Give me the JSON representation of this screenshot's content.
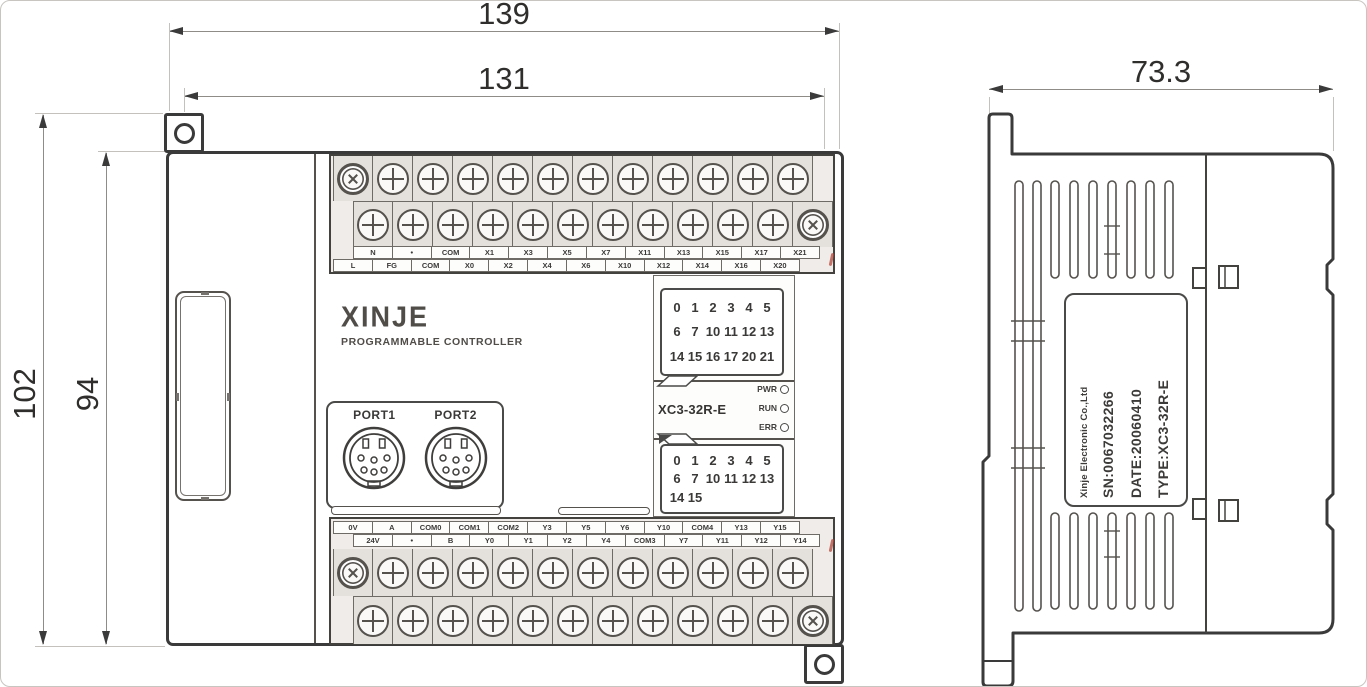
{
  "dimensions": {
    "front_overall_width": "139",
    "front_inner_width": "131",
    "front_overall_height": "102",
    "front_body_height": "94",
    "side_depth": "73.3"
  },
  "front": {
    "brand": "XINJE",
    "subtitle": "PROGRAMMABLE CONTROLLER",
    "model": "XC3-32R-E",
    "port1": "PORT1",
    "port2": "PORT2",
    "leds": [
      "PWR",
      "RUN",
      "ERR"
    ],
    "input_numbers": {
      "r1": [
        "0",
        "1",
        "2",
        "3",
        "4",
        "5"
      ],
      "r2": [
        "6",
        "7",
        "10",
        "11",
        "12",
        "13"
      ],
      "r3": [
        "14",
        "15",
        "16",
        "17",
        "20",
        "21"
      ]
    },
    "output_numbers": {
      "r1": [
        "0",
        "1",
        "2",
        "3",
        "4",
        "5"
      ],
      "r2": [
        "6",
        "7",
        "10",
        "11",
        "12",
        "13"
      ],
      "r3": [
        "14",
        "15"
      ]
    },
    "top_terminals_row1": [
      "N",
      "•",
      "COM",
      "X1",
      "X3",
      "X5",
      "X7",
      "X11",
      "X13",
      "X15",
      "X17",
      "X21"
    ],
    "top_terminals_row2": [
      "L",
      "FG",
      "COM",
      "X0",
      "X2",
      "X4",
      "X6",
      "X10",
      "X12",
      "X14",
      "X16",
      "X20"
    ],
    "bottom_terminals_row1": [
      "0V",
      "A",
      "COM0",
      "COM1",
      "COM2",
      "Y3",
      "Y5",
      "Y6",
      "Y10",
      "COM4",
      "Y13",
      "Y15"
    ],
    "bottom_terminals_row2": [
      "24V",
      "•",
      "B",
      "Y0",
      "Y1",
      "Y2",
      "Y4",
      "COM3",
      "Y7",
      "Y11",
      "Y12",
      "Y14"
    ],
    "screws": {
      "top_row1": [
        "x",
        "p",
        "p",
        "p",
        "p",
        "p",
        "p",
        "p",
        "p",
        "p",
        "p",
        "p"
      ],
      "top_row2": [
        "p",
        "p",
        "p",
        "p",
        "p",
        "p",
        "p",
        "p",
        "p",
        "p",
        "p",
        "x"
      ],
      "bottom_row1": [
        "x",
        "p",
        "p",
        "p",
        "p",
        "p",
        "p",
        "p",
        "p",
        "p",
        "p",
        "p"
      ],
      "bottom_row2": [
        "p",
        "p",
        "p",
        "p",
        "p",
        "p",
        "p",
        "p",
        "p",
        "p",
        "p",
        "x"
      ]
    }
  },
  "side": {
    "label_lines": [
      "TYPE:XC3-32R-E",
      "DATE:20060410",
      "SN:0067032266",
      "Xinje Electronic Co.,Ltd"
    ]
  }
}
